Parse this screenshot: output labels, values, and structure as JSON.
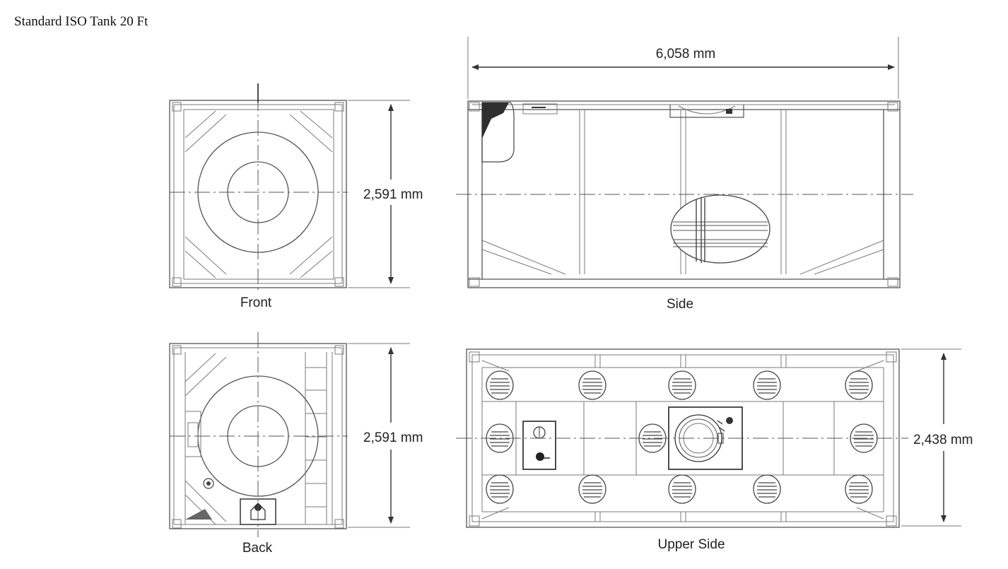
{
  "title": "Standard ISO Tank 20 Ft",
  "views": {
    "front": "Front",
    "side": "Side",
    "back": "Back",
    "upper_side": "Upper Side"
  },
  "dimensions": {
    "length": "6,058 mm",
    "front_height": "2,591 mm",
    "back_height": "2,591 mm",
    "width": "2,438 mm"
  }
}
